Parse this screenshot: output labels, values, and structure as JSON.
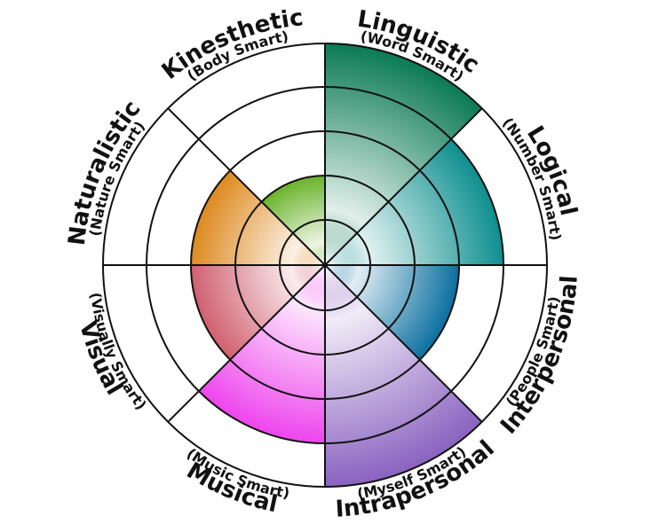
{
  "diagram": {
    "segments": [
      {
        "key": "linguistic",
        "title": "Linguistic",
        "subtitle": "(Word Smart)",
        "level": 5,
        "color": "#0b7a55"
      },
      {
        "key": "logical",
        "title": "Logical",
        "subtitle": "(Number Smart)",
        "level": 4,
        "color": "#0e8f8f"
      },
      {
        "key": "interpersonal",
        "title": "Interpersonal",
        "subtitle": "(People Smart)",
        "level": 3,
        "color": "#0a6fa0"
      },
      {
        "key": "intrapersonal",
        "title": "Intrapersonal",
        "subtitle": "(Myself Smart)",
        "level": 5,
        "color": "#8a62c0"
      },
      {
        "key": "musical",
        "title": "Musical",
        "subtitle": "(Music Smart)",
        "level": 4,
        "color": "#ee44ee"
      },
      {
        "key": "visual",
        "title": "Visual",
        "subtitle": "(Visually Smart)",
        "level": 3,
        "color": "#d06070"
      },
      {
        "key": "naturalistic",
        "title": "Naturalistic",
        "subtitle": "(Nature Smart)",
        "level": 3,
        "color": "#dd8a1f"
      },
      {
        "key": "kinesthetic",
        "title": "Kinesthetic",
        "subtitle": "(Body Smart)",
        "level": 2,
        "color": "#6ab32a"
      }
    ]
  }
}
